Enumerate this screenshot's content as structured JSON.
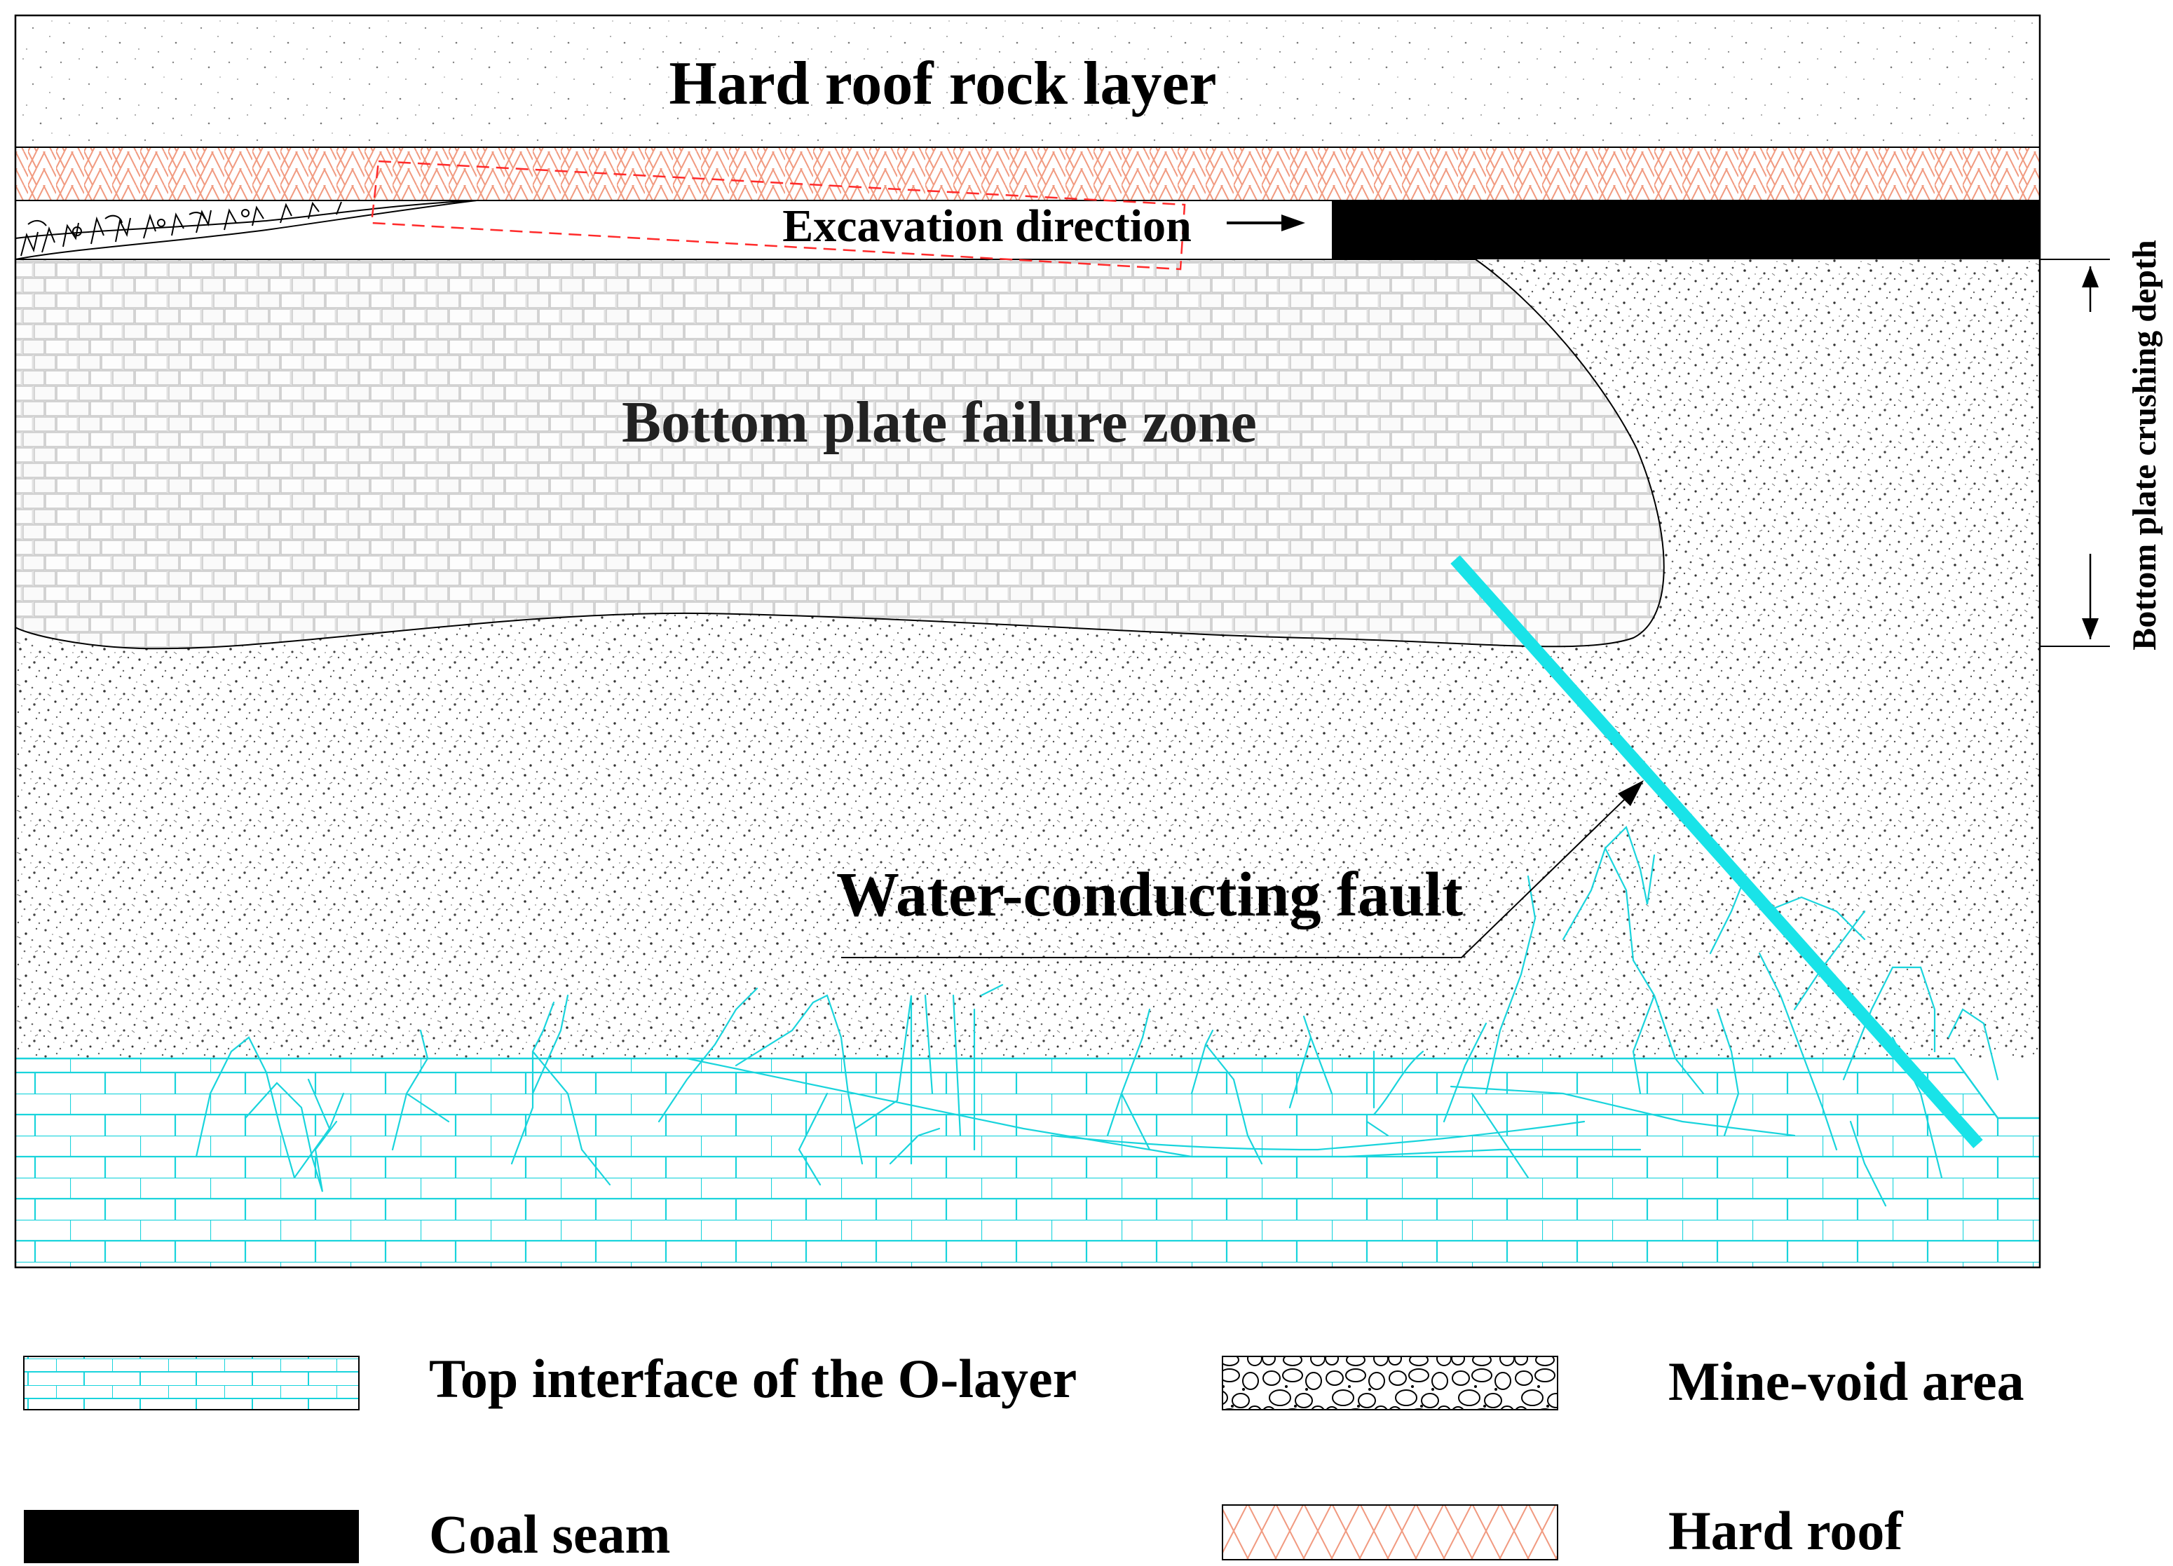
{
  "labels": {
    "hard_roof_rock_layer": "Hard roof rock layer",
    "excavation_direction": "Excavation direction",
    "bottom_plate_failure_zone": "Bottom plate failure zone",
    "water_conducting_fault": "Water-conducting fault",
    "bottom_plate_crushing_depth": "Bottom plate crushing depth"
  },
  "legend": {
    "o_layer": "Top interface of the O-layer",
    "mine_void": "Mine-void area",
    "coal_seam": "Coal seam",
    "hard_roof": "Hard roof"
  },
  "colors": {
    "fault": "#19e3e8",
    "o_layer": "#19d4dc",
    "hard_roof_pattern": "#f19a80",
    "coal_seam": "#000000",
    "outline": "#000000"
  }
}
